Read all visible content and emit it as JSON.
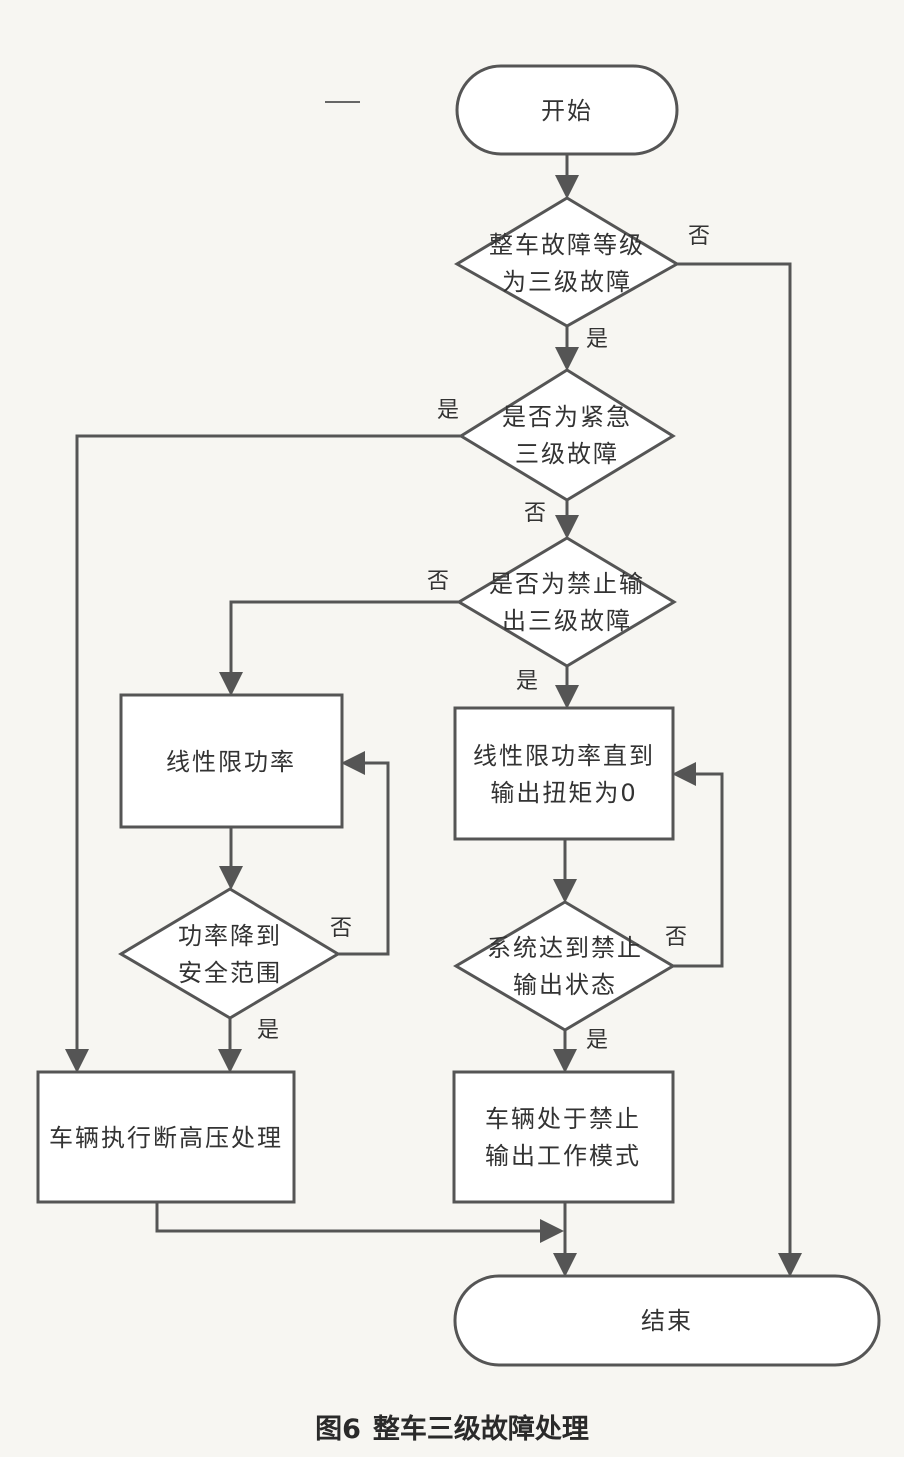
{
  "nodes": {
    "start": "开始",
    "check_level": [
      "整车故障等级",
      "为三级故障"
    ],
    "check_emergency": [
      "是否为紧急",
      "三级故障"
    ],
    "check_forbid": [
      "是否为禁止输",
      "出三级故障"
    ],
    "limit_power_left": "线性限功率",
    "limit_power_right": [
      "线性限功率直到",
      "输出扭矩为0"
    ],
    "check_power_safe": [
      "功率降到",
      "安全范围"
    ],
    "check_forbid_state": [
      "系统达到禁止",
      "输出状态"
    ],
    "cut_hv": "车辆执行断高压处理",
    "forbid_mode": [
      "车辆处于禁止",
      "输出工作模式"
    ],
    "end": "结束"
  },
  "edge_labels": {
    "level_no": "否",
    "level_yes": "是",
    "emergency_yes": "是",
    "emergency_no": "否",
    "forbid_no": "否",
    "forbid_yes": "是",
    "power_safe_no": "否",
    "power_safe_yes": "是",
    "forbid_state_no": "否",
    "forbid_state_yes": "是"
  },
  "caption": {
    "figure": "图6",
    "title": "整车三级故障处理"
  }
}
